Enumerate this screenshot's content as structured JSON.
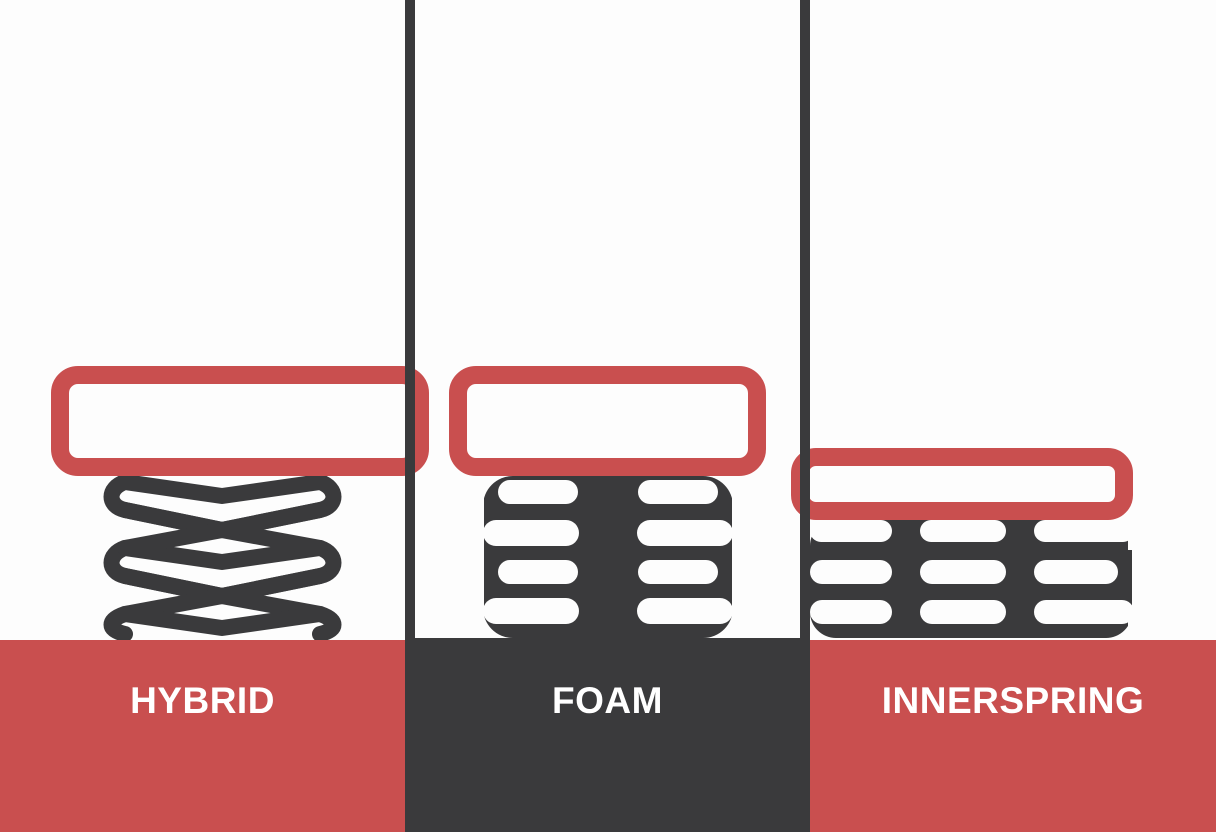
{
  "colors": {
    "accent_red": "#c94f4f",
    "dark": "#3a3a3c",
    "background": "#fdfdfd",
    "label_text": "#ffffff"
  },
  "panels": [
    {
      "label": "HYBRID",
      "icon": "hybrid-mattress-icon",
      "color": "#c94f4f"
    },
    {
      "label": "FOAM",
      "icon": "foam-mattress-icon",
      "color": "#3a3a3c"
    },
    {
      "label": "INNERSPRING",
      "icon": "innerspring-mattress-icon",
      "color": "#c94f4f"
    }
  ]
}
